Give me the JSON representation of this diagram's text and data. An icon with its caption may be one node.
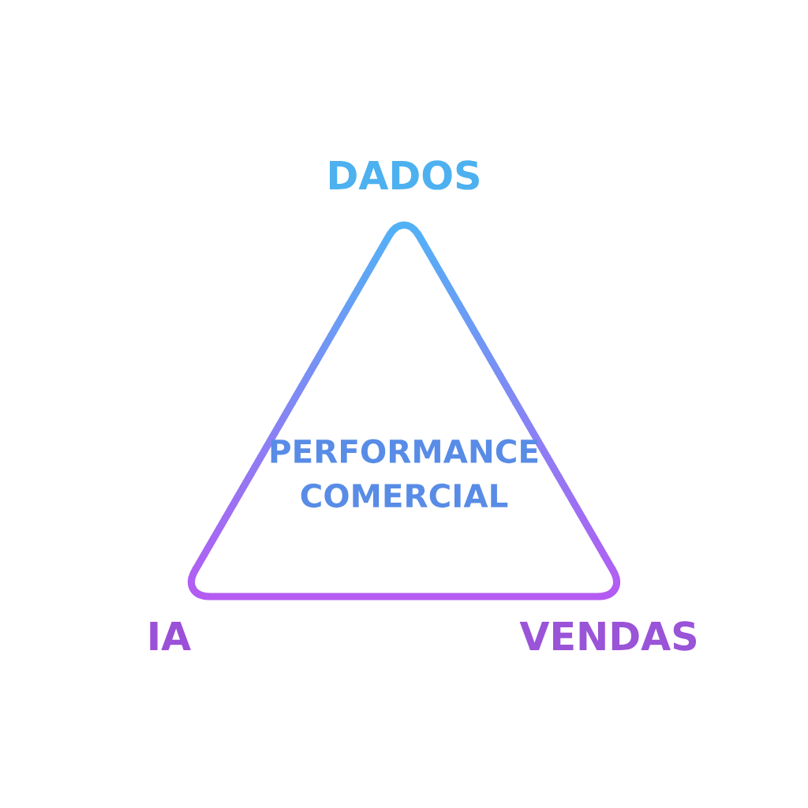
{
  "diagram": {
    "nodes": [
      {
        "text": [
          "PERFORMANCE COMERCIAL"
        ]
      }
    ],
    "edges": [],
    "labels": [
      "DADOS",
      "IA",
      "VENDAS"
    ]
  }
}
